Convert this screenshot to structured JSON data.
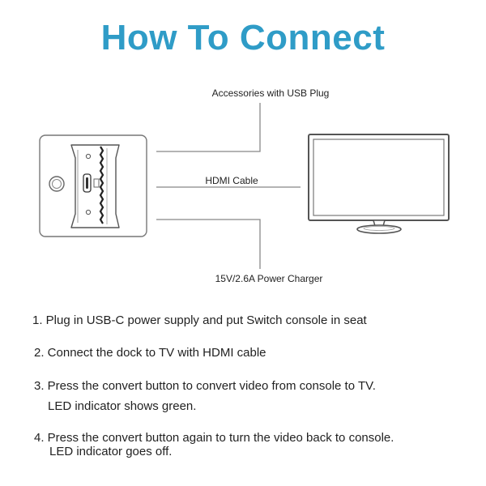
{
  "title": "How To Connect",
  "colors": {
    "title": "#2f9cc7",
    "line": "#888888",
    "device_outline": "#777777",
    "tv_screen": "#ffffff"
  },
  "diagram": {
    "usb_label": "Accessories with USB Plug",
    "hdmi_label": "HDMI Cable",
    "power_label": "15V/2.6A Power Charger",
    "icons": [
      "dock-device-icon",
      "tv-icon"
    ]
  },
  "steps": [
    {
      "lines": [
        "1.  Plug in USB-C power supply and put Switch console in seat"
      ]
    },
    {
      "lines": [
        "2. Connect the dock to TV with HDMI cable"
      ]
    },
    {
      "lines": [
        "3. Press the convert button to convert video from console to TV.",
        "LED indicator shows green."
      ]
    },
    {
      "lines": [
        "4. Press the convert button again to turn the video back to console.",
        "LED indicator goes off."
      ]
    }
  ]
}
